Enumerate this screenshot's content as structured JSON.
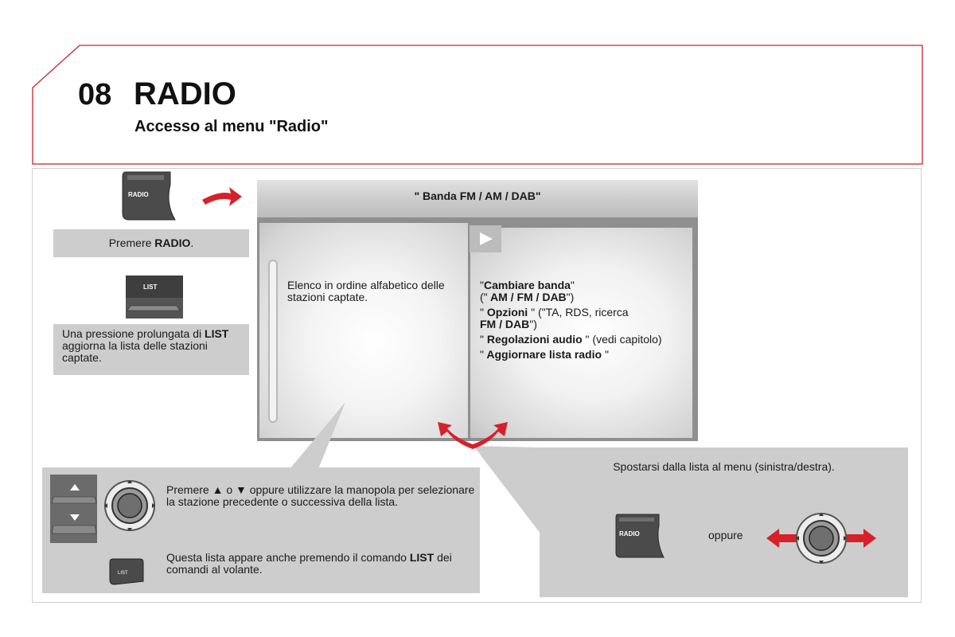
{
  "header": {
    "chapter_number": "08",
    "title": "RADIO",
    "subtitle": "Accesso al menu \"Radio\""
  },
  "left_column": {
    "radio_button_label": "RADIO",
    "radio_caption_prefix": "Premere ",
    "radio_caption_bold": "RADIO",
    "radio_caption_suffix": ".",
    "list_button_label": "LIST",
    "list_caption_1": "Una pressione prolungata di ",
    "list_caption_bold": "LIST",
    "list_caption_2": " aggiorna la lista delle stazioni captate."
  },
  "screen": {
    "header_open": "\" ",
    "header_bold": "Banda FM / AM / DAB",
    "header_close": "\"",
    "list_description": "Elenco in ordine alfabetico delle stazioni captate.",
    "menu": {
      "item1_bold": "Cambiare banda",
      "item1_sub": " AM / FM / DAB",
      "item2_bold": " Opzioni ",
      "item2_rest": " (\"TA, RDS, ricerca ",
      "item2_cont_bold": "FM / DAB",
      "item2_cont_end": "\")",
      "item3_bold": " Regolazioni audio ",
      "item3_rest": "\" (vedi capitolo)",
      "item4_bold": " Aggiornare lista radio "
    }
  },
  "bottom_left": {
    "text1_a": "Premere ",
    "text1_b": " o ",
    "text1_c": " oppure utilizzare la manopola per selezionare la stazione precedente o successiva della lista.",
    "text2_a": "Questa lista appare anche premendo il comando ",
    "text2_bold": "LIST",
    "text2_b": " dei comandi al volante.",
    "steering_button_label": "LIST"
  },
  "bottom_right": {
    "instruction": "Spostarsi dalla lista al menu (sinistra/destra).",
    "radio_button_label": "RADIO",
    "or_label": "oppure"
  },
  "colors": {
    "accent_red": "#d6212a",
    "frame_red": "#c8232c",
    "caption_grey": "#cdcdcd"
  }
}
